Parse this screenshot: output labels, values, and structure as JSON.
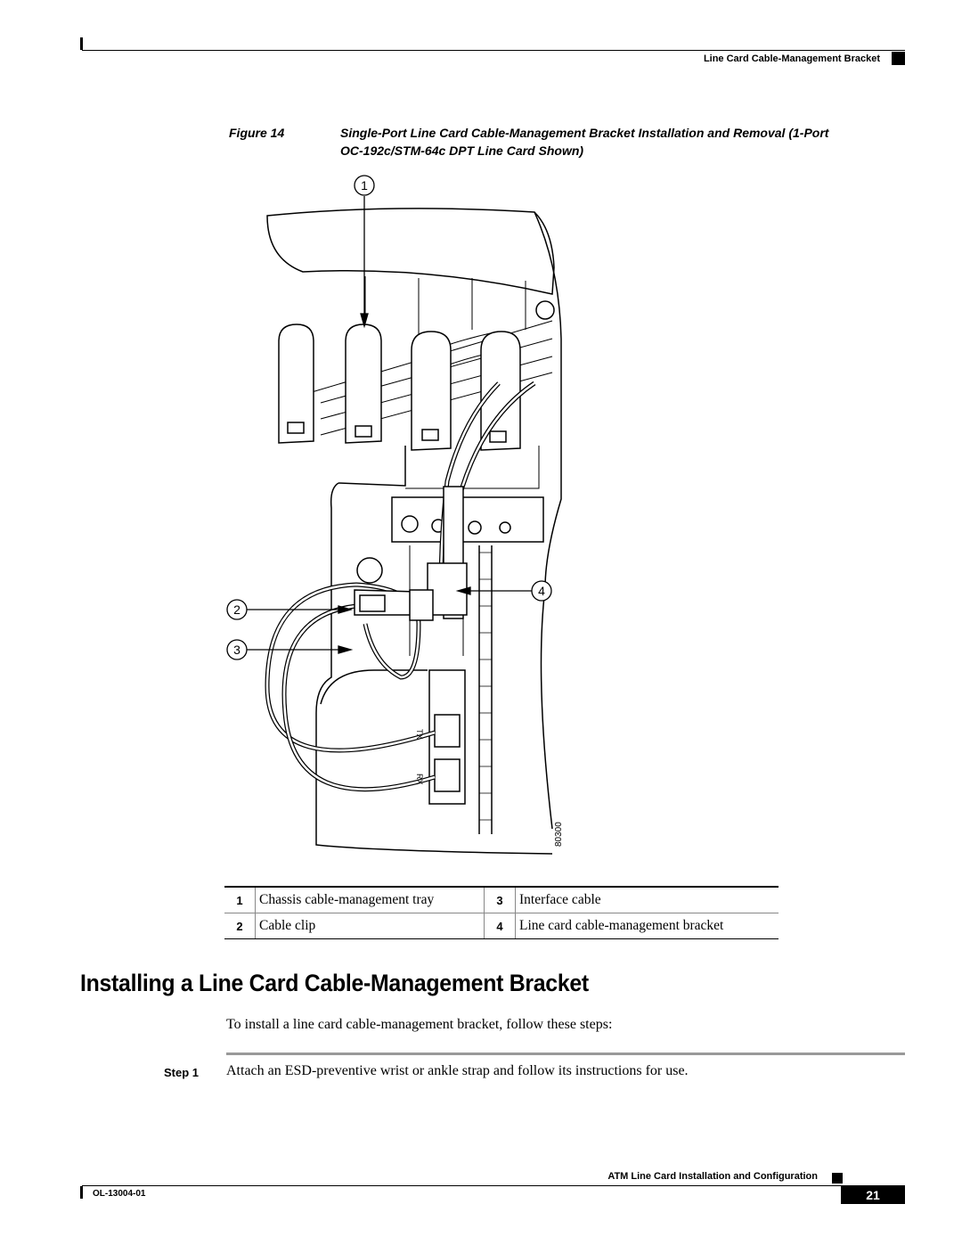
{
  "header": {
    "running_title": "Line Card Cable-Management Bracket"
  },
  "figure": {
    "label": "Figure 14",
    "caption_line1": "Single-Port Line Card Cable-Management Bracket Installation and Removal (1-Port",
    "caption_line2": "OC-192c/STM-64c DPT Line Card Shown)",
    "callouts": [
      "1",
      "2",
      "3",
      "4"
    ],
    "port_labels": {
      "tx": "TX",
      "rx": "RX"
    },
    "art_number": "80300"
  },
  "legend": {
    "rows": [
      {
        "n1": "1",
        "t1": "Chassis cable-management tray",
        "n2": "3",
        "t2": "Interface cable"
      },
      {
        "n1": "2",
        "t1": "Cable clip",
        "n2": "4",
        "t2": "Line card cable-management bracket"
      }
    ]
  },
  "section": {
    "title": "Installing a Line Card Cable-Management Bracket",
    "intro": "To install a line card cable-management bracket, follow these steps:",
    "steps": [
      {
        "label": "Step 1",
        "text": "Attach an ESD-preventive wrist or ankle strap and follow its instructions for use."
      }
    ]
  },
  "footer": {
    "book_title": "ATM Line Card Installation and Configuration",
    "doc_number": "OL-13004-01",
    "page_number": "21"
  }
}
